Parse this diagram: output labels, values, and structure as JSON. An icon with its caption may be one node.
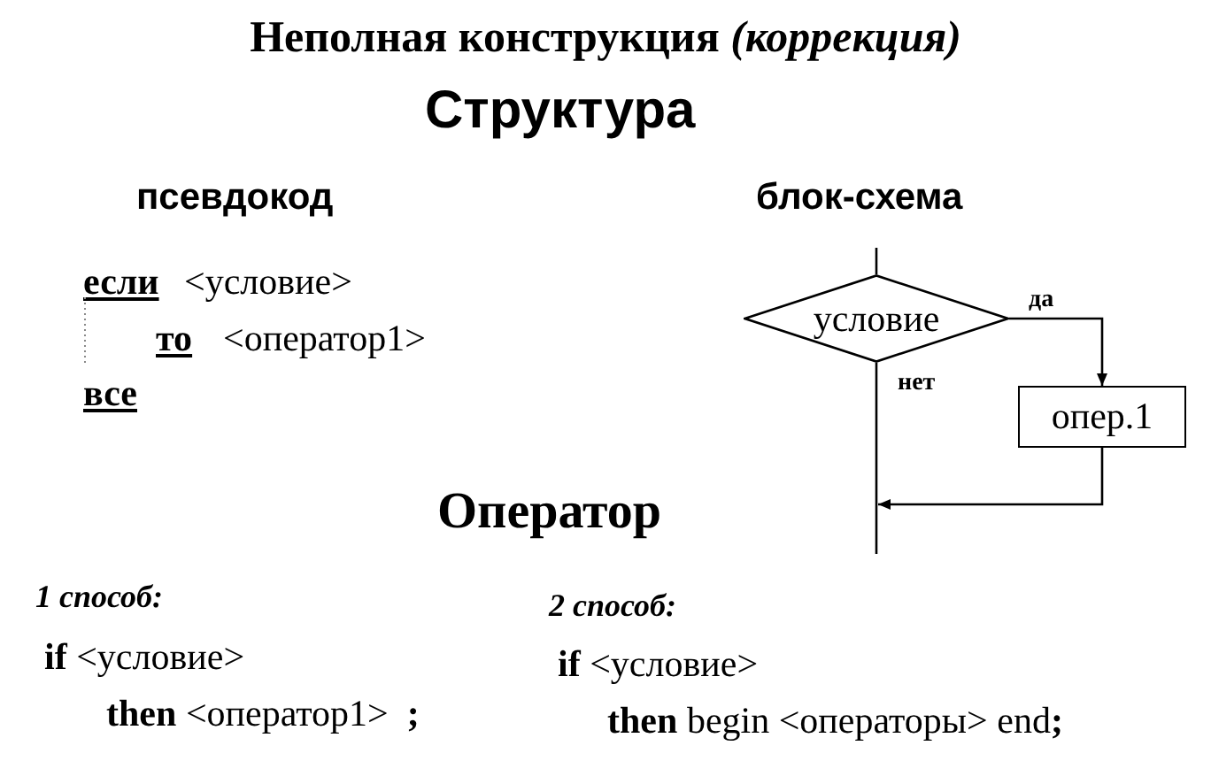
{
  "diagram": {
    "title": "Неполная конструкция *(коррекция)*",
    "nodes": [
      {
        "text": [
          "условие"
        ]
      },
      {
        "text": [
          "опер.1"
        ]
      }
    ],
    "edges": [
      {
        "from": null,
        "to": 0,
        "arrow": "none"
      },
      {
        "from": 0,
        "to": 1,
        "label": "да",
        "arrow": "to"
      },
      {
        "from": 0,
        "to": null,
        "label": "нет",
        "arrow": "none"
      },
      {
        "from": 1,
        "to": null,
        "arrow": "to"
      }
    ],
    "labels": [
      "Структура",
      "псевдокод",
      "блок-схема",
      "если",
      "<условие>",
      "то",
      "<оператор1>",
      "все",
      "Оператор",
      "1 способ:",
      "2 способ:",
      "**if** <условие>",
      "**then** <оператор1>  **;**",
      "**if** <условие>",
      "**then** begin <операторы> end**;**"
    ]
  }
}
